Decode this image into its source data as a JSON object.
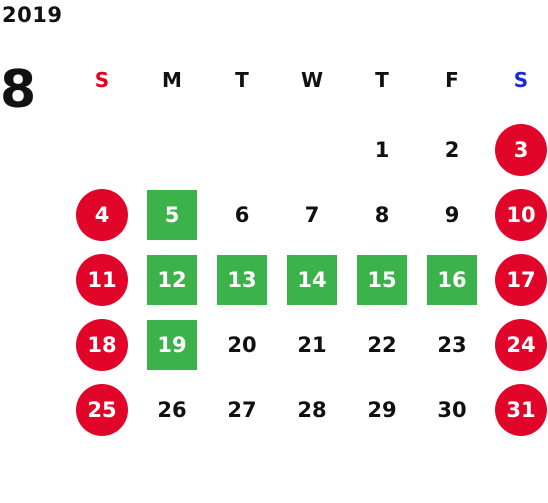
{
  "calendar": {
    "year": "2019",
    "month": "8",
    "weekdays": [
      "S",
      "M",
      "T",
      "W",
      "T",
      "F",
      "S"
    ],
    "weeks": [
      [
        "",
        "",
        "",
        "",
        "1",
        "2",
        "3"
      ],
      [
        "4",
        "5",
        "6",
        "7",
        "8",
        "9",
        "10"
      ],
      [
        "11",
        "12",
        "13",
        "14",
        "15",
        "16",
        "17"
      ],
      [
        "18",
        "19",
        "20",
        "21",
        "22",
        "23",
        "24"
      ],
      [
        "25",
        "26",
        "27",
        "28",
        "29",
        "30",
        "31"
      ]
    ],
    "highlighted_days": [
      "5",
      "12",
      "13",
      "14",
      "15",
      "16",
      "19"
    ],
    "colors": {
      "weekend_circle": "#e2052a",
      "highlight_square": "#3cb24a",
      "sunday_header": "#e8001f",
      "saturday_header": "#1a2ad8"
    }
  }
}
